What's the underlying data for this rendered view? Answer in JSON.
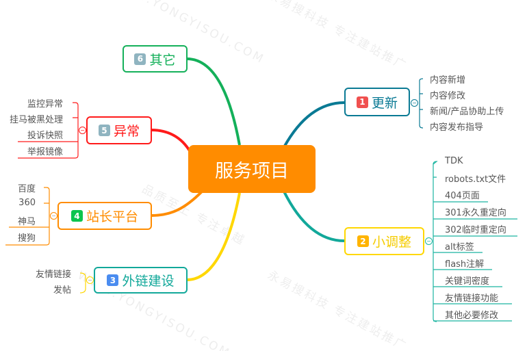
{
  "watermarks": [
    "永易搜科技 专注建站推广",
    "WWW.YONGYISOU.COM",
    "品质至上 专注卓越"
  ],
  "center": "服务项目",
  "nodes": {
    "n1": {
      "num": "1",
      "label": "更新",
      "color": "#0A7A94",
      "badge": "#F0504F",
      "children": [
        "内容新增",
        "内容修改",
        "新闻/产品协助上传",
        "内容发布指导"
      ]
    },
    "n2": {
      "num": "2",
      "label": "小调整",
      "color": "#F5CC00",
      "badge": "#FFB400",
      "children": [
        "TDK",
        "robots.txt文件",
        "404页面",
        "301永久重定向",
        "302临时重定向",
        "alt标签",
        "flash注解",
        "关键词密度",
        "友情链接功能",
        "其他必要修改"
      ]
    },
    "n3": {
      "num": "3",
      "label": "外链建设",
      "color": "#12A89A",
      "badge": "#4A8CF0",
      "children": [
        "友情链接",
        "发帖"
      ]
    },
    "n4": {
      "num": "4",
      "label": "站长平台",
      "color": "#FF8C00",
      "badge": "#0BC44E",
      "children": [
        "百度",
        "360",
        "神马",
        "搜狗"
      ]
    },
    "n5": {
      "num": "5",
      "label": "异常",
      "color": "#FF1A1A",
      "badge": "#8FB4C0",
      "children": [
        "监控异常",
        "挂马被黑处理",
        "投诉快照",
        "举报镜像"
      ]
    },
    "n6": {
      "num": "6",
      "label": "其它",
      "color": "#14B05A",
      "badge": "#8FB4C0",
      "children": []
    }
  }
}
